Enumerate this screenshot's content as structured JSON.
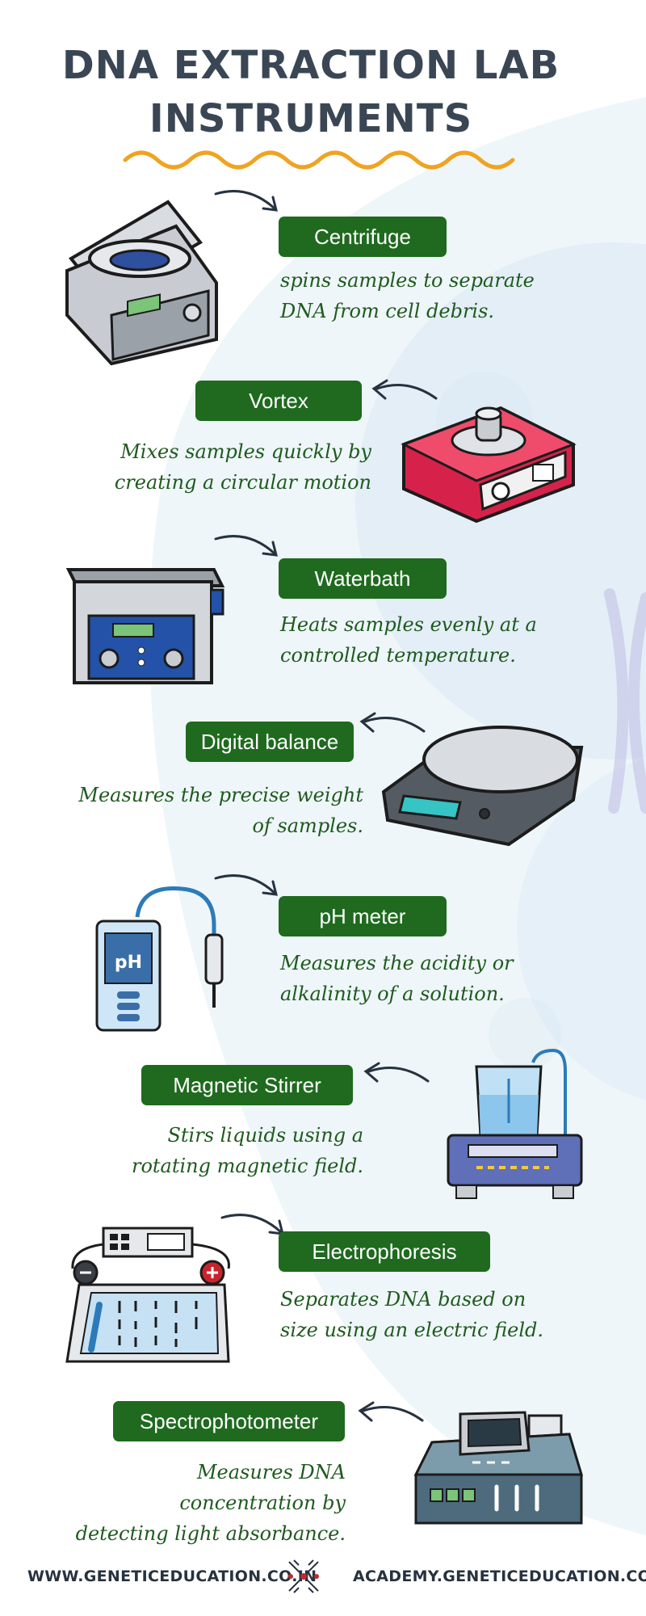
{
  "title": {
    "line1": "DNA EXTRACTION LAB",
    "line2": "INSTRUMENTS"
  },
  "instruments": [
    {
      "name": "Centrifuge",
      "desc": [
        "spins samples to separate",
        "DNA from cell debris."
      ],
      "icon": "centrifuge-icon"
    },
    {
      "name": "Vortex",
      "desc": [
        "Mixes samples quickly by",
        "creating a circular motion"
      ],
      "icon": "vortex-mixer-icon"
    },
    {
      "name": "Waterbath",
      "desc": [
        "Heats samples evenly at a",
        "controlled temperature."
      ],
      "icon": "waterbath-icon"
    },
    {
      "name": "Digital balance",
      "desc": [
        "Measures the precise weight",
        "of samples."
      ],
      "icon": "digital-balance-icon"
    },
    {
      "name": "pH meter",
      "desc": [
        "Measures the acidity or",
        "alkalinity of a solution."
      ],
      "icon": "ph-meter-icon"
    },
    {
      "name": "Magnetic Stirrer",
      "desc": [
        "Stirs liquids using a",
        "rotating magnetic field."
      ],
      "icon": "magnetic-stirrer-icon"
    },
    {
      "name": "Electrophoresis",
      "desc": [
        "Separates DNA based on",
        "size using an electric field."
      ],
      "icon": "electrophoresis-icon"
    },
    {
      "name": "Spectrophotometer",
      "desc": [
        "Measures DNA",
        "concentration by",
        "detecting light absorbance."
      ],
      "icon": "spectrophotometer-icon"
    }
  ],
  "ph_label": "pH",
  "footer": {
    "left": "WWW.GENETICEDUCATION.CO.IN",
    "right": "ACADEMY.GENETICEDUCATION.CO.IN"
  },
  "colors": {
    "pill_green": "#1f6a1e",
    "text_green": "#1f5a1e",
    "title_gray": "#3a4654",
    "wave_orange": "#f0a321"
  }
}
